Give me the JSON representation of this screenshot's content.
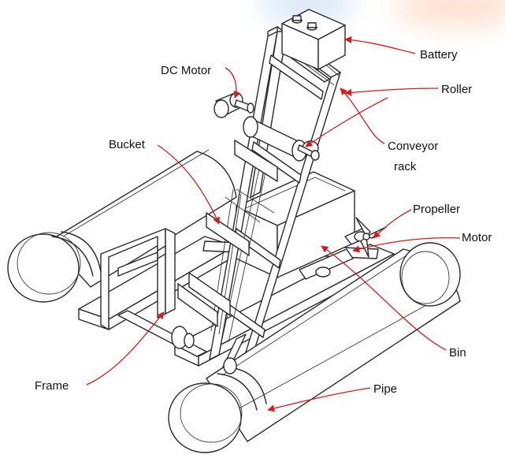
{
  "labels": {
    "battery": "Battery",
    "dc_motor": "DC Motor",
    "roller": "Roller",
    "conveyor_rack_line1": "Conveyor",
    "conveyor_rack_line2": "rack",
    "bucket": "Bucket",
    "propeller": "Propeller",
    "motor": "Motor",
    "bin": "Bin",
    "frame": "Frame",
    "pipe": "Pipe"
  },
  "colors": {
    "leader": "#d21e1e",
    "line": "#2a2a2a",
    "background": "#ffffff",
    "watermark_blue": "#cfe0f2",
    "watermark_orange": "#ffd9c4"
  }
}
